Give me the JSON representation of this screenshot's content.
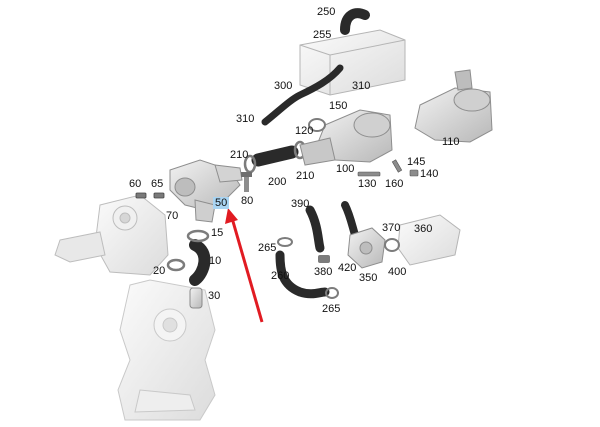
{
  "diagram": {
    "highlight_color": "#a9d4f2",
    "arrow_color": "#e11b22",
    "labels": {
      "p250": "250",
      "p255": "255",
      "p300": "300",
      "p310a": "310",
      "p310b": "310",
      "p150": "150",
      "p120": "120",
      "p110": "110",
      "p210a": "210",
      "p200": "200",
      "p210b": "210",
      "p100": "100",
      "p145": "145",
      "p140": "140",
      "p130": "130",
      "p160": "160",
      "p60": "60",
      "p65": "65",
      "p80": "80",
      "p50": "50",
      "p70": "70",
      "p15": "15",
      "p10": "10",
      "p20": "20",
      "p30": "30",
      "p390": "390",
      "p265a": "265",
      "p370": "370",
      "p360": "360",
      "p260": "260",
      "p380": "380",
      "p420": "420",
      "p350": "350",
      "p400": "400",
      "p265b": "265"
    }
  }
}
